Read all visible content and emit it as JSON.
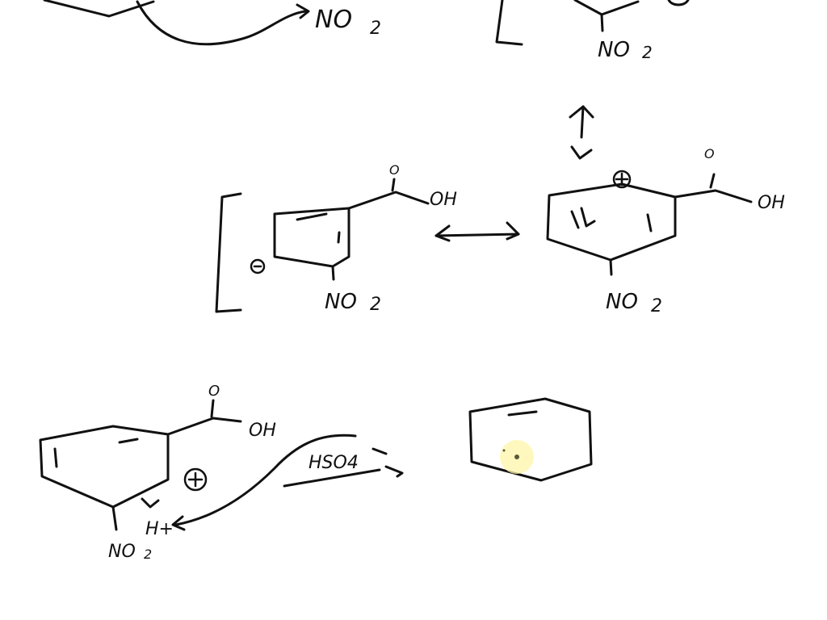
{
  "labels": {
    "nitro": "NO",
    "nitro_sub": "2",
    "hydroxyl": "OH",
    "carbonyl_o": "O",
    "bisulfate": "HSO4",
    "bisulfate_charge": "-",
    "proton": "H+",
    "plus": "+"
  },
  "colors": {
    "ink": "#111111",
    "background": "#ffffff",
    "cursor_highlight": "#fff5a8"
  }
}
